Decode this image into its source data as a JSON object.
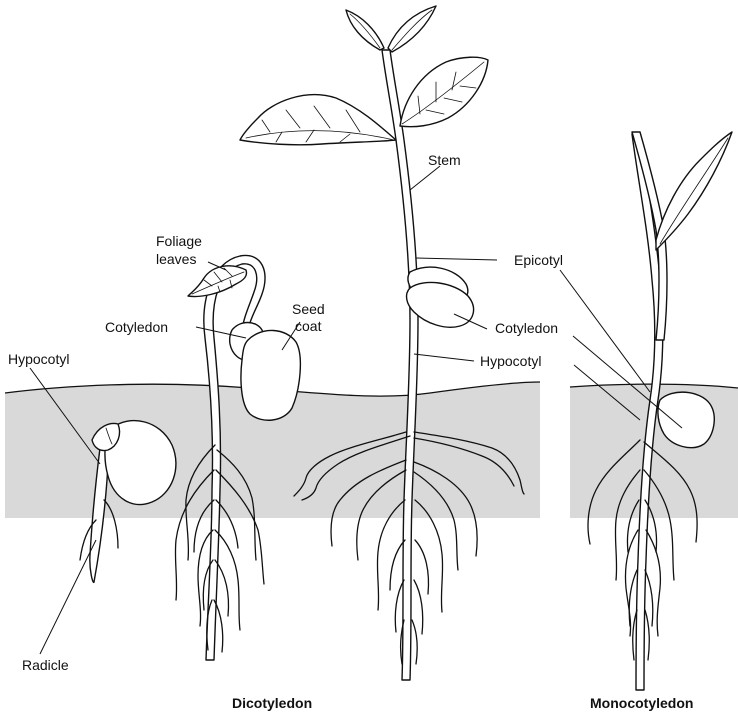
{
  "labels": {
    "stem": "Stem",
    "foliage_leaves_line1": "Foliage",
    "foliage_leaves_line2": "leaves",
    "seed_coat_line1": "Seed",
    "seed_coat_line2": "coat",
    "cotyledon_left": "Cotyledon",
    "hypocotyl_left": "Hypocotyl",
    "epicotyl": "Epicotyl",
    "cotyledon_right": "Cotyledon",
    "hypocotyl_right": "Hypocotyl",
    "radicle": "Radicle"
  },
  "captions": {
    "dicot": "Dicotyledon",
    "monocot": "Monocotyledon"
  },
  "colors": {
    "soil": "#d9d9d9",
    "line": "#111111"
  }
}
